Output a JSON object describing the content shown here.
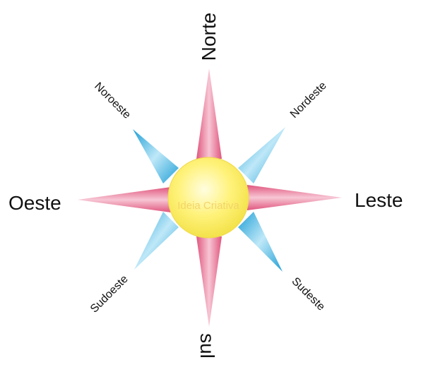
{
  "directions": {
    "north": "Norte",
    "south": "sul",
    "east": "Leste",
    "west": "Oeste",
    "northeast": "Nordeste",
    "northwest": "Noroeste",
    "southeast": "Sudeste",
    "southwest": "Sudoeste"
  },
  "center_text": "Ideia Criativa",
  "colors": {
    "cardinal_point": "#e0567e",
    "cardinal_point_light": "#f7c6d4",
    "intercardinal_point": "#1f9fd6",
    "intercardinal_point_light": "#bfe8f8",
    "center_fill": "#fff27a",
    "center_highlight": "#fffde0",
    "center_text": "#f2d46a"
  }
}
